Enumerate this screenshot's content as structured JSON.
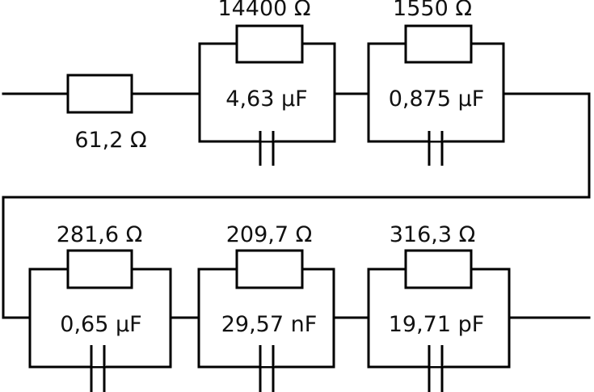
{
  "diagram": {
    "type": "equivalent-circuit",
    "series_resistor": {
      "label": "61,2 Ω"
    },
    "rc_elements": [
      {
        "resistor_label": "14400 Ω",
        "capacitor_label": "4,63 µF"
      },
      {
        "resistor_label": "1550 Ω",
        "capacitor_label": "0,875 µF"
      },
      {
        "resistor_label": "281,6 Ω",
        "capacitor_label": "0,65 µF"
      },
      {
        "resistor_label": "209,7 Ω",
        "capacitor_label": "29,57 nF"
      },
      {
        "resistor_label": "316,3 Ω",
        "capacitor_label": "19,71 pF"
      }
    ]
  }
}
